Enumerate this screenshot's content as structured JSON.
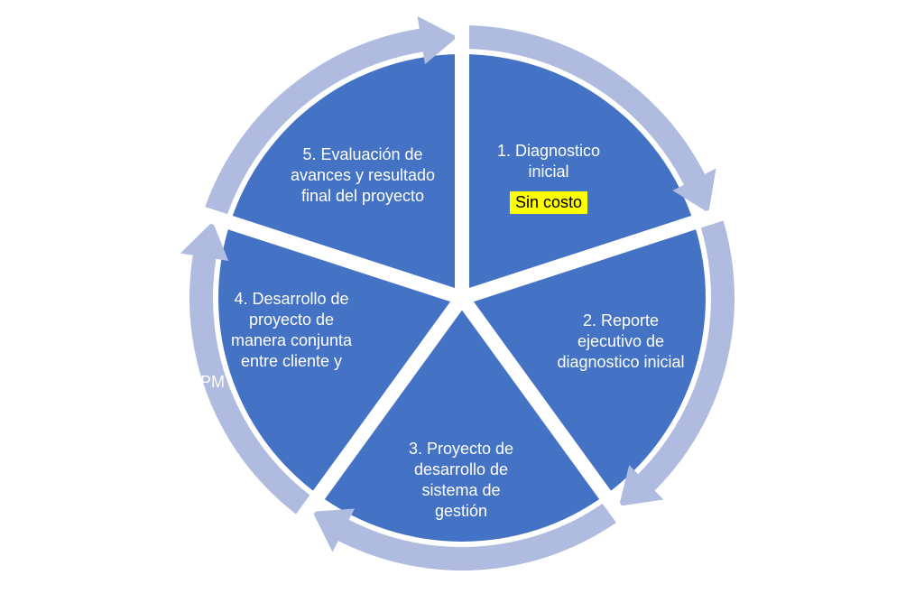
{
  "colors": {
    "segment": "#4472C4",
    "ring": "#AFBCDF",
    "gap": "#FFFFFF",
    "highlight": "#FFFF00"
  },
  "steps": [
    {
      "lines": [
        "1. Diagnostico",
        "inicial"
      ],
      "badge": "Sin costo"
    },
    {
      "lines": [
        "2. Reporte",
        "ejecutivo de",
        "diagnostico inicial"
      ]
    },
    {
      "lines": [
        "3. Proyecto de",
        "desarrollo de",
        "sistema de",
        "gestión"
      ]
    },
    {
      "lines": [
        "4. Desarrollo de",
        "proyecto de",
        "manera conjunta",
        "entre cliente y",
        "SGPM"
      ]
    },
    {
      "lines": [
        "5. Evaluación de",
        "avances y resultado",
        "final del proyecto"
      ]
    }
  ]
}
